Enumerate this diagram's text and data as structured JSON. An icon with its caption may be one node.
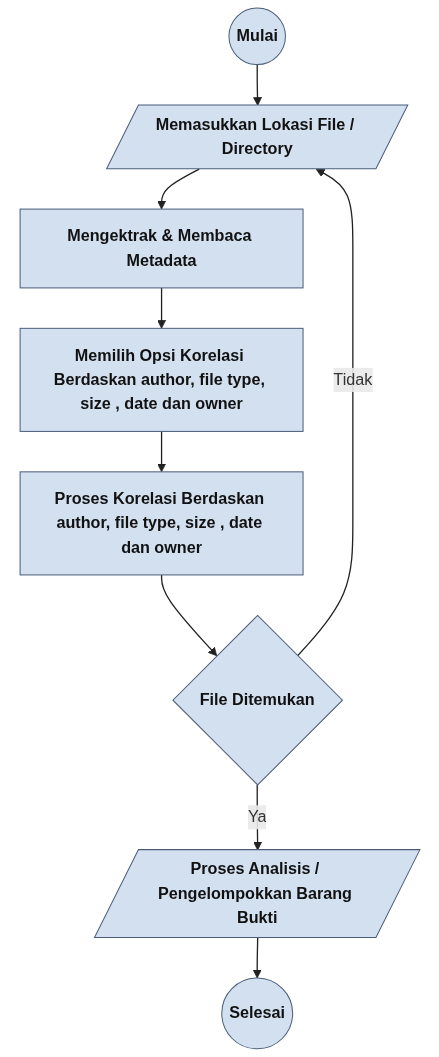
{
  "diagram": {
    "nodes": [
      {
        "text": [
          "Mulai"
        ]
      },
      {
        "text": [
          "Memasukkan Lokasi File / Directory"
        ]
      },
      {
        "text": [
          "Mengektrak & Membaca Metadata"
        ]
      },
      {
        "text": [
          "Memilih Opsi Korelasi Berdaskan author, file type, size , date dan owner"
        ]
      },
      {
        "text": [
          "Proses Korelasi Berdaskan author, file type, size , date dan owner"
        ]
      },
      {
        "text": [
          "File Ditemukan"
        ]
      },
      {
        "text": [
          "Proses Analisis / Pengelompokkan Barang Bukti"
        ]
      },
      {
        "text": [
          "Selesai"
        ]
      }
    ],
    "edges": [
      {
        "from": 0,
        "to": 1,
        "arrow": "to"
      },
      {
        "from": 1,
        "to": 2,
        "arrow": "to"
      },
      {
        "from": 2,
        "to": 3,
        "arrow": "to"
      },
      {
        "from": 3,
        "to": 4,
        "arrow": "to"
      },
      {
        "from": 4,
        "to": 5,
        "arrow": "to"
      },
      {
        "from": 5,
        "to": 1,
        "arrow": "to",
        "label": "Tidak"
      },
      {
        "from": 5,
        "to": 6,
        "arrow": "to",
        "label": "Ya"
      },
      {
        "from": 6,
        "to": 7,
        "arrow": "to"
      }
    ]
  }
}
